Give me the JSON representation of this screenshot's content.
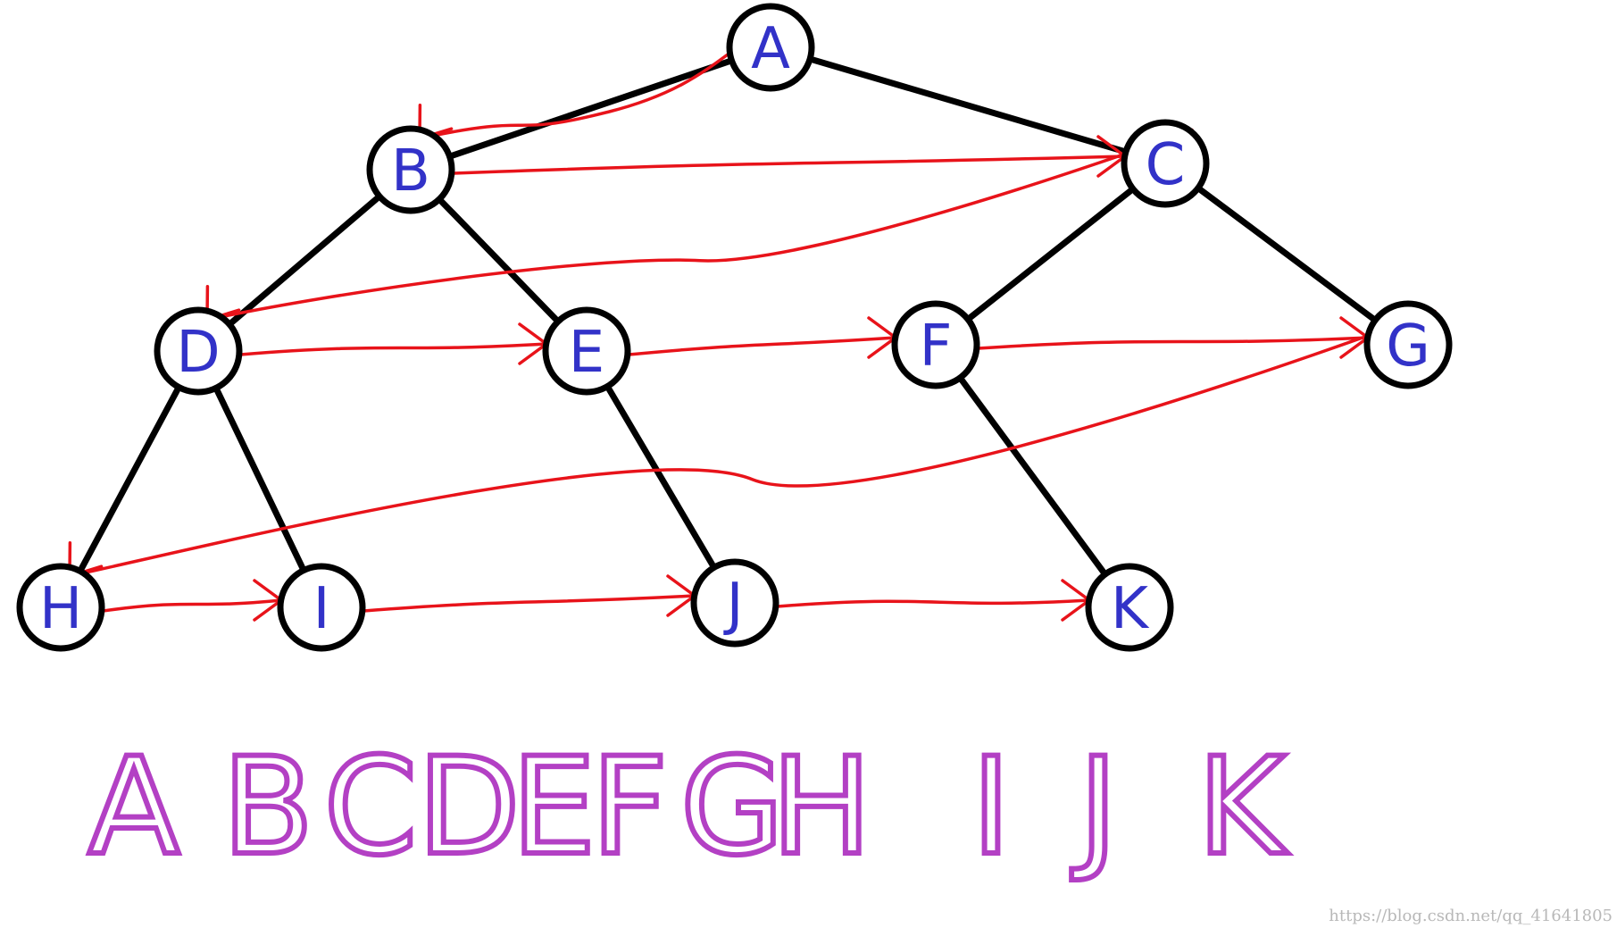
{
  "tree": {
    "nodes": [
      {
        "id": "A",
        "label": "A"
      },
      {
        "id": "B",
        "label": "B"
      },
      {
        "id": "C",
        "label": "C"
      },
      {
        "id": "D",
        "label": "D"
      },
      {
        "id": "E",
        "label": "E"
      },
      {
        "id": "F",
        "label": "F"
      },
      {
        "id": "G",
        "label": "G"
      },
      {
        "id": "H",
        "label": "H"
      },
      {
        "id": "I",
        "label": "I"
      },
      {
        "id": "J",
        "label": "J"
      },
      {
        "id": "K",
        "label": "K"
      }
    ],
    "edges": [
      [
        "A",
        "B"
      ],
      [
        "A",
        "C"
      ],
      [
        "B",
        "D"
      ],
      [
        "B",
        "E"
      ],
      [
        "C",
        "F"
      ],
      [
        "C",
        "G"
      ],
      [
        "D",
        "H"
      ],
      [
        "D",
        "I"
      ],
      [
        "E",
        "J"
      ],
      [
        "F",
        "K"
      ]
    ]
  },
  "traversal": {
    "order": [
      "A",
      "B",
      "C",
      "D",
      "E",
      "F",
      "G",
      "H",
      "I",
      "J",
      "K"
    ]
  },
  "colors": {
    "edge": "#000000",
    "traversal_arrow": "#e8131a",
    "node_label": "#3232c8",
    "order_text": "#b340c4"
  },
  "watermark": "https://blog.csdn.net/qq_41641805"
}
